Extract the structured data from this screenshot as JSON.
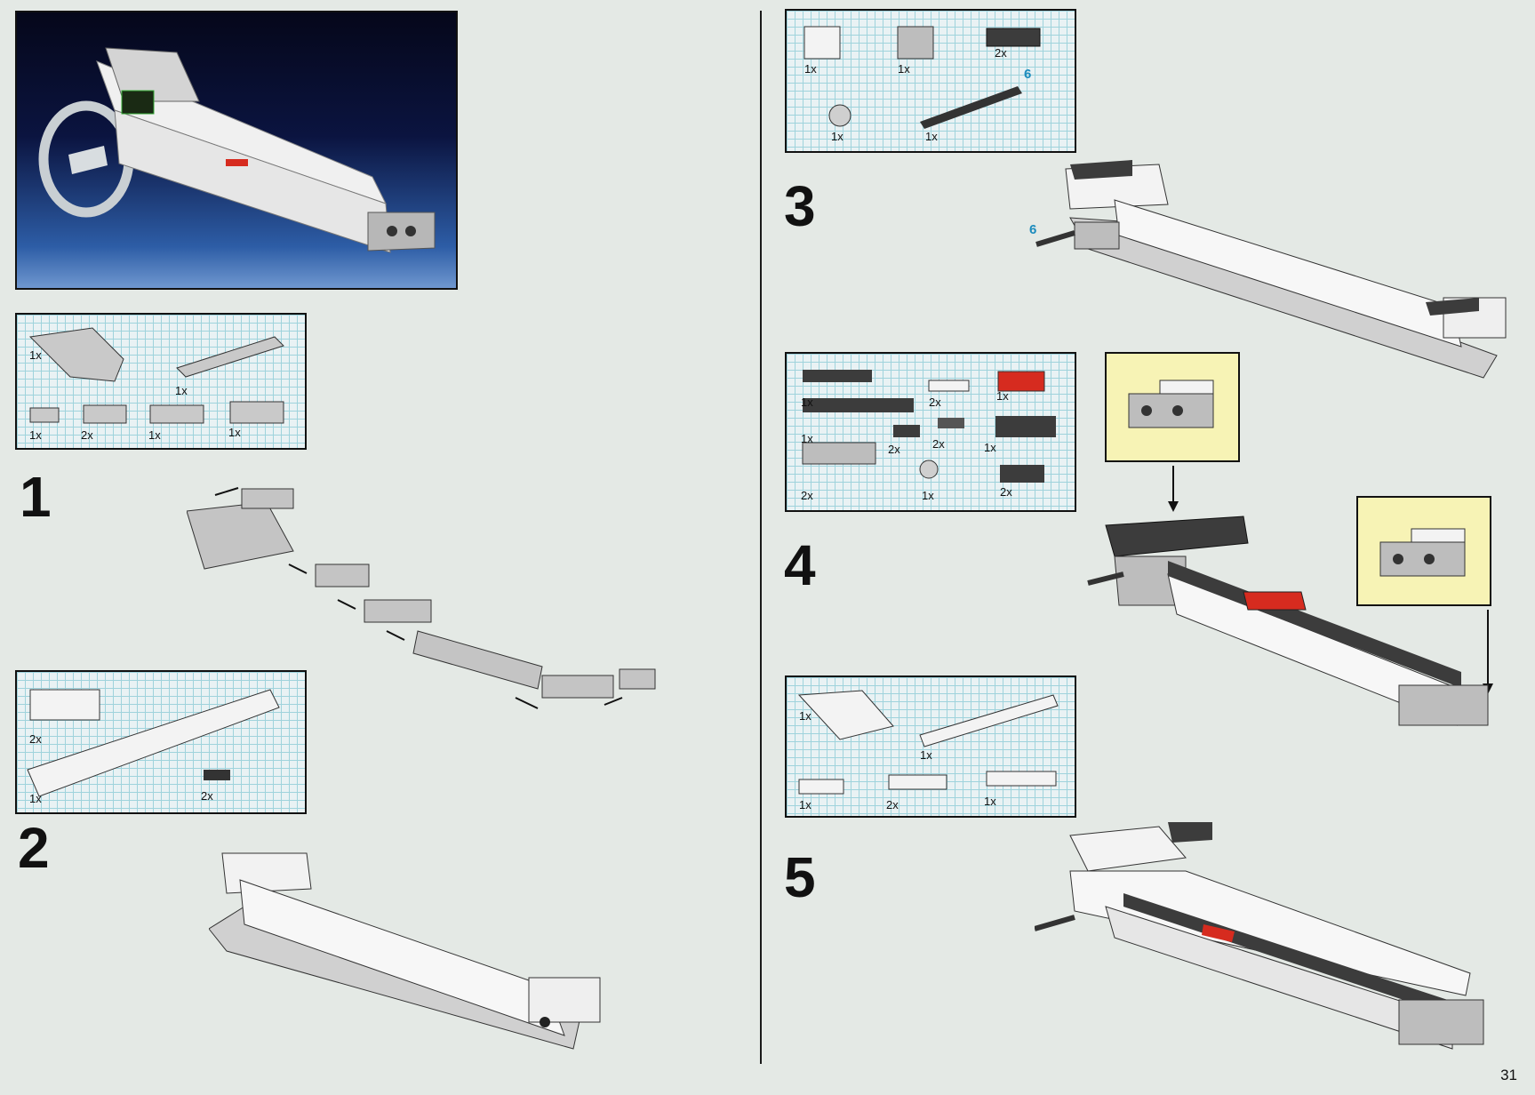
{
  "page_number": "31",
  "left_page": {
    "step1": {
      "number": "1",
      "parts": [
        "1x",
        "1x",
        "1x",
        "2x",
        "1x",
        "1x"
      ]
    },
    "step2": {
      "number": "2",
      "parts": [
        "2x",
        "1x",
        "2x"
      ]
    }
  },
  "right_page": {
    "step3": {
      "number": "3",
      "parts": [
        "1x",
        "1x",
        "2x",
        "1x",
        "1x"
      ],
      "axle_length_label": "6",
      "axle_callout": "6"
    },
    "step4": {
      "number": "4",
      "parts": [
        "1x",
        "2x",
        "1x",
        "1x",
        "2x",
        "2x",
        "1x",
        "2x",
        "1x",
        "2x"
      ]
    },
    "step5": {
      "number": "5",
      "parts": [
        "1x",
        "1x",
        "1x",
        "2x",
        "1x"
      ]
    }
  },
  "colors": {
    "grid_line": "#9fd3dc",
    "callout_yellow": "#f7f3b5",
    "accent_red": "#d62b1f",
    "axle_blue_label": "#1b8bbd",
    "dark_grey_brick": "#3c3c3c",
    "light_grey_brick": "#bfbfbf"
  }
}
